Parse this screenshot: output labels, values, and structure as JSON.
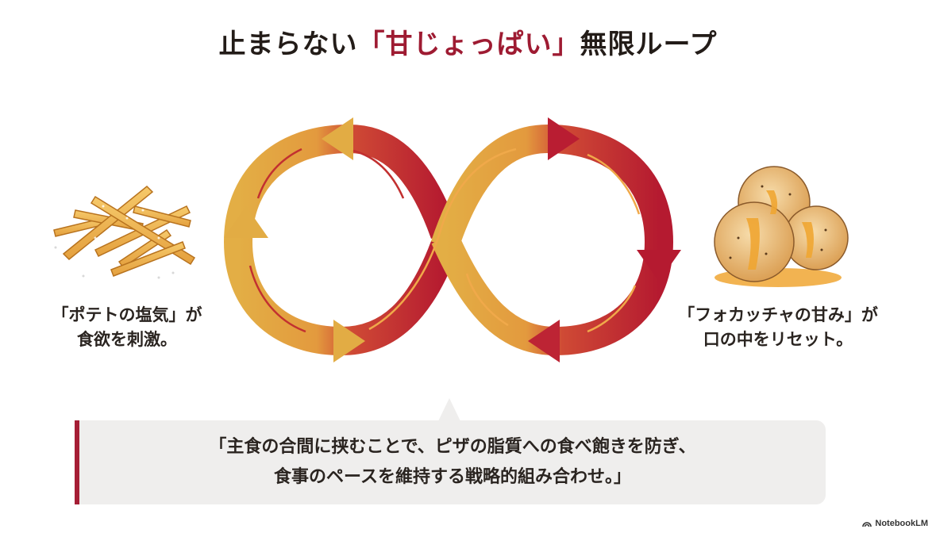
{
  "title": {
    "prefix": "止まらない",
    "highlight": "「甘じょっぱい」",
    "suffix": "無限ループ"
  },
  "diagram": {
    "type": "infinity-loop",
    "left_loop_color": "#e0a83a",
    "right_loop_color": "#b51f33",
    "icon": "infinity-cycle-arrows"
  },
  "left": {
    "image": "french-fries-illustration",
    "caption_line1": "「ポテトの塩気」が",
    "caption_line2": "食欲を刺激。"
  },
  "right": {
    "image": "focaccia-with-honey-illustration",
    "caption_line1": "「フォカッチャの甘み」が",
    "caption_line2": "口の中をリセット。"
  },
  "quote": {
    "line1": "「主食の合間に挟むことで、ピザの脂質への食べ飽きを防ぎ、",
    "line2": "食事のペースを維持する戦略的組み合わせ。」",
    "accent_color": "#a51e35"
  },
  "brand": {
    "label": "NotebookLM",
    "icon": "notebooklm-logo"
  }
}
